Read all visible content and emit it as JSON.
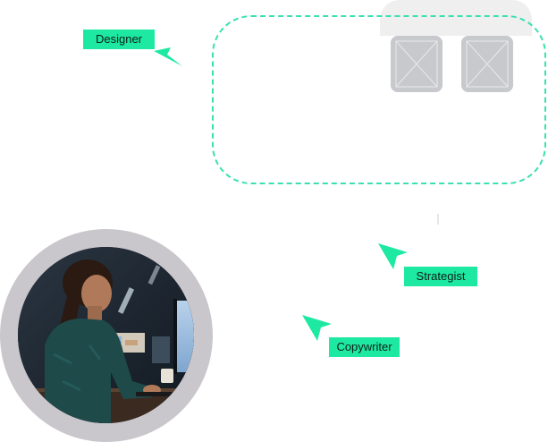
{
  "roles": {
    "designer": "Designer",
    "strategist": "Strategist",
    "copywriter": "Copywriter"
  },
  "canvas": {
    "placeholders": [
      "image-placeholder",
      "image-placeholder"
    ]
  },
  "avatar": {
    "description_icon": "person-at-computer-photo"
  },
  "colors": {
    "accent": "#1de9a2",
    "frame_dash": "#39e0b0",
    "placeholder": "#c8c9cc",
    "ring": "#c9c7cc"
  }
}
